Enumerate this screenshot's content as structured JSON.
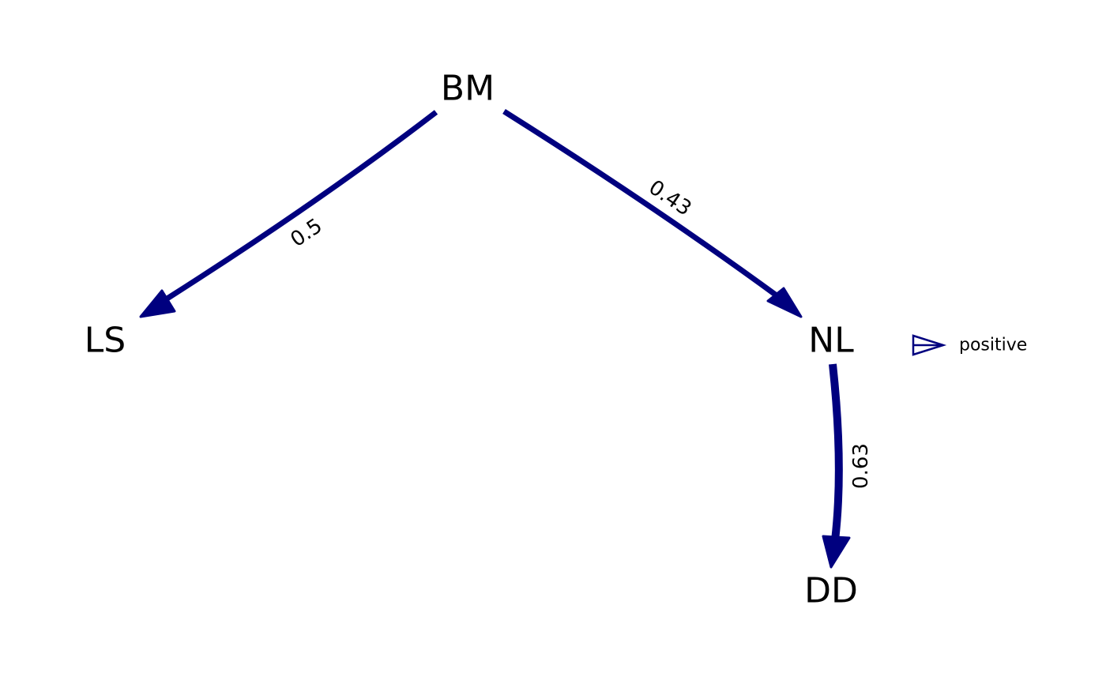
{
  "diagram": {
    "nodes": [
      {
        "id": "BM",
        "label": "BM"
      },
      {
        "id": "LS",
        "label": "LS"
      },
      {
        "id": "NL",
        "label": "NL"
      },
      {
        "id": "DD",
        "label": "DD"
      }
    ],
    "edges": [
      {
        "from": "BM",
        "to": "LS",
        "weight": "0.5",
        "sign": "positive"
      },
      {
        "from": "BM",
        "to": "NL",
        "weight": "0.43",
        "sign": "positive"
      },
      {
        "from": "NL",
        "to": "DD",
        "weight": "0.63",
        "sign": "positive"
      }
    ],
    "colors": {
      "positive_edge": "#00007F",
      "text": "#000000",
      "background": "#FFFFFF"
    }
  },
  "legend": {
    "items": [
      {
        "label": "positive",
        "icon": "arrow-icon",
        "color": "#00007F"
      }
    ]
  }
}
